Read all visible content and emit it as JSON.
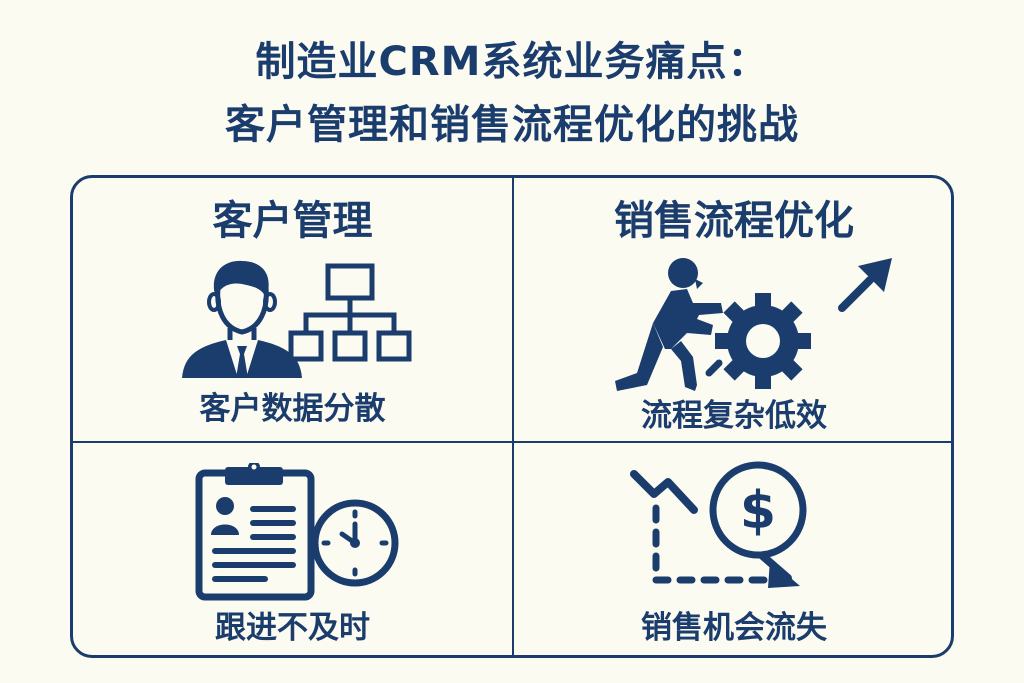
{
  "title": {
    "line1": "制造业CRM系统业务痛点：",
    "line2": "客户管理和销售流程优化的挑战"
  },
  "colors": {
    "primary": "#1b3d6d",
    "background": "#fcfbf1"
  },
  "quadrants": [
    {
      "position": "top-left",
      "heading": "客户管理",
      "label": "客户数据分散",
      "icons": [
        "person-icon",
        "org-chart-icon"
      ]
    },
    {
      "position": "top-right",
      "heading": "销售流程优化",
      "label": "流程复杂低效",
      "icons": [
        "worker-pushing-gear-icon",
        "up-arrow-icon"
      ]
    },
    {
      "position": "bottom-left",
      "heading": "",
      "label": "跟进不及时",
      "icons": [
        "clipboard-icon",
        "clock-icon"
      ]
    },
    {
      "position": "bottom-right",
      "heading": "",
      "label": "销售机会流失",
      "icons": [
        "declining-chart-icon",
        "dollar-coin-icon"
      ]
    }
  ]
}
